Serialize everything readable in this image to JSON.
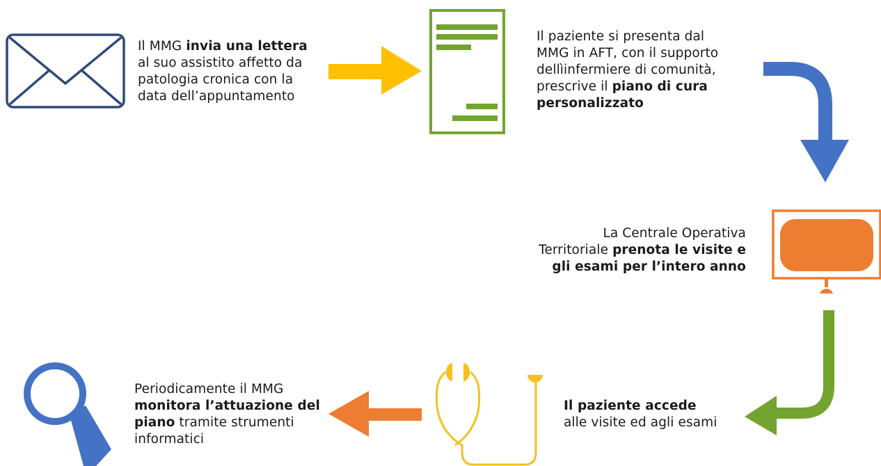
{
  "step1": {
    "lines": [
      {
        "pre": "Il MMG ",
        "bold": "invia una lettera",
        "post": ""
      },
      {
        "pre": "al suo assistito affetto da",
        "bold": "",
        "post": ""
      },
      {
        "pre": "patologia cronica con la",
        "bold": "",
        "post": ""
      },
      {
        "pre": "data dell’appuntamento",
        "bold": "",
        "post": ""
      }
    ]
  },
  "step2": {
    "lines": [
      {
        "pre": "Il paziente si presenta dal",
        "bold": "",
        "post": ""
      },
      {
        "pre": "MMG in AFT, con il supporto",
        "bold": "",
        "post": ""
      },
      {
        "pre": "dellìinfermiere di comunità,",
        "bold": "",
        "post": ""
      },
      {
        "pre": "prescrive il ",
        "bold": "piano di cura",
        "post": ""
      },
      {
        "pre": "",
        "bold": "personalizzato",
        "post": ""
      }
    ]
  },
  "step3": {
    "lines": [
      {
        "pre": "La Centrale Operativa",
        "bold": "",
        "post": ""
      },
      {
        "pre": "Territoriale ",
        "bold": "prenota le visite e",
        "post": ""
      },
      {
        "pre": "",
        "bold": "gli esami per l’intero anno",
        "post": ""
      }
    ]
  },
  "step4": {
    "lines": [
      {
        "pre": "",
        "bold": "Il paziente accede",
        "post": ""
      },
      {
        "pre": "alle visite ed agli esami",
        "bold": "",
        "post": ""
      }
    ]
  },
  "step5": {
    "lines": [
      {
        "pre": "Periodicamente il MMG",
        "bold": "",
        "post": ""
      },
      {
        "pre": "",
        "bold": "monitora l’attuazione del",
        "post": ""
      },
      {
        "pre": "",
        "bold": "piano",
        "post": " tramite strumenti"
      },
      {
        "pre": "informatici",
        "bold": "",
        "post": ""
      }
    ]
  },
  "colors": {
    "navy": "#2f4a7a",
    "green": "#72a42f",
    "yellow": "#ffc000",
    "blue": "#4472c4",
    "orange": "#ed7d31",
    "stethoscope": "#f6c021"
  },
  "icons": [
    "envelope-icon",
    "document-icon",
    "monitor-icon",
    "stethoscope-icon",
    "magnifier-icon"
  ]
}
